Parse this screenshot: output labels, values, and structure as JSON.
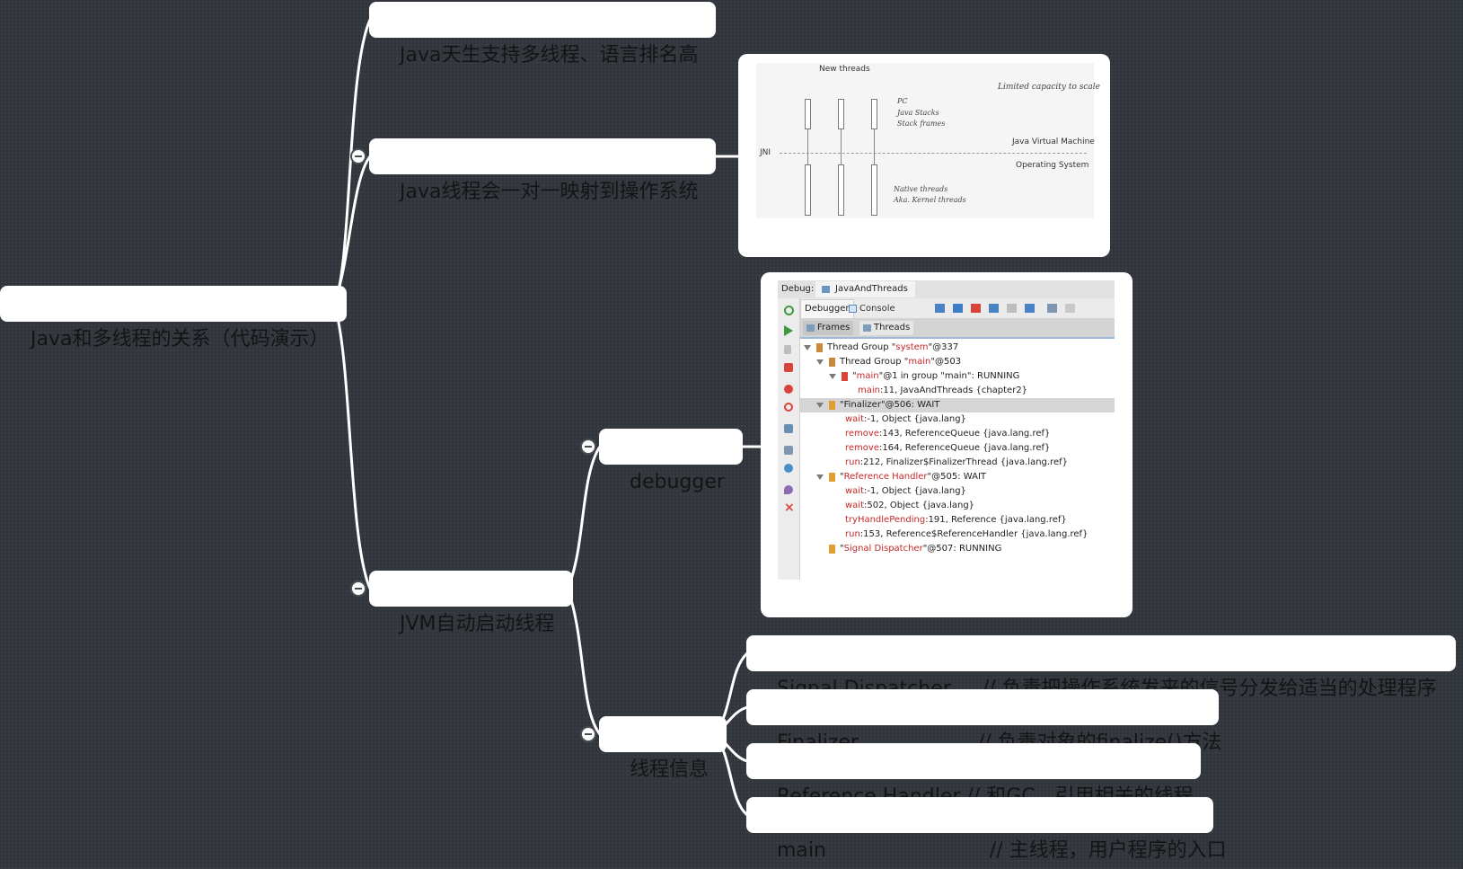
{
  "root": {
    "label": "Java和多线程的关系（代码演示）"
  },
  "branches": {
    "b1": {
      "label": "Java天生支持多线程、语言排名高"
    },
    "b2": {
      "label": "Java线程会一对一映射到操作系统",
      "image": {
        "new_threads": "New threads",
        "limited": "Limited capacity to scale",
        "pc": "PC",
        "java_stacks": "Java Stacks",
        "stack_frames": "Stack frames",
        "jni": "JNI",
        "jvm": "Java Virtual Machine",
        "os": "Operating System",
        "native_threads": "Native threads",
        "kernel_threads": "Aka. Kernel threads"
      }
    },
    "b3": {
      "label": "JVM自动启动线程",
      "debugger": {
        "label": "debugger",
        "ide": {
          "debug_label": "Debug:",
          "run_config": "JavaAndThreads",
          "debugger_tab": "Debugger",
          "console_tab": "Console",
          "frames_tab": "Frames",
          "threads_tab": "Threads",
          "rows": [
            {
              "pre": "Thread Group \"",
              "red": "system",
              "post": "\"@337"
            },
            {
              "pre": "Thread Group \"",
              "red": "main",
              "post": "\"@503"
            },
            {
              "pre": "\"",
              "red": "main",
              "post": "\"@1 in group \"main\": RUNNING"
            },
            {
              "pre": "",
              "red": "main",
              "post": ":11, JavaAndThreads {chapter2}"
            },
            {
              "pre": "\"Finalizer\"@506: WAIT",
              "red": "",
              "post": ""
            },
            {
              "pre": "",
              "red": "wait",
              "post": ":-1, Object {java.lang}"
            },
            {
              "pre": "",
              "red": "remove",
              "post": ":143, ReferenceQueue {java.lang.ref}"
            },
            {
              "pre": "",
              "red": "remove",
              "post": ":164, ReferenceQueue {java.lang.ref}"
            },
            {
              "pre": "",
              "red": "run",
              "post": ":212, Finalizer$FinalizerThread {java.lang.ref}"
            },
            {
              "pre": "\"",
              "red": "Reference Handler",
              "post": "\"@505: WAIT"
            },
            {
              "pre": "",
              "red": "wait",
              "post": ":-1, Object {java.lang}"
            },
            {
              "pre": "",
              "red": "wait",
              "post": ":502, Object {java.lang}"
            },
            {
              "pre": "",
              "red": "tryHandlePending",
              "post": ":191, Reference {java.lang.ref}"
            },
            {
              "pre": "",
              "red": "run",
              "post": ":153, Reference$ReferenceHandler {java.lang.ref}"
            },
            {
              "pre": "\"",
              "red": "Signal Dispatcher",
              "post": "\"@507: RUNNING"
            }
          ]
        }
      },
      "thread_info": {
        "label": "线程信息",
        "items": [
          {
            "label": "Signal Dispatcher     // 负责把操作系统发来的信号分发给适当的处理程序"
          },
          {
            "label": "Finalizer                   // 负责对象的finalize()方法"
          },
          {
            "label": "Reference Handler // 和GC、引用相关的线程"
          },
          {
            "label": "main                          // 主线程，用户程序的入口"
          }
        ]
      }
    }
  },
  "colors": {
    "background": "#31363c",
    "node": "#ffffff",
    "link": "#ffffff",
    "highlight_text": "#c62828"
  }
}
